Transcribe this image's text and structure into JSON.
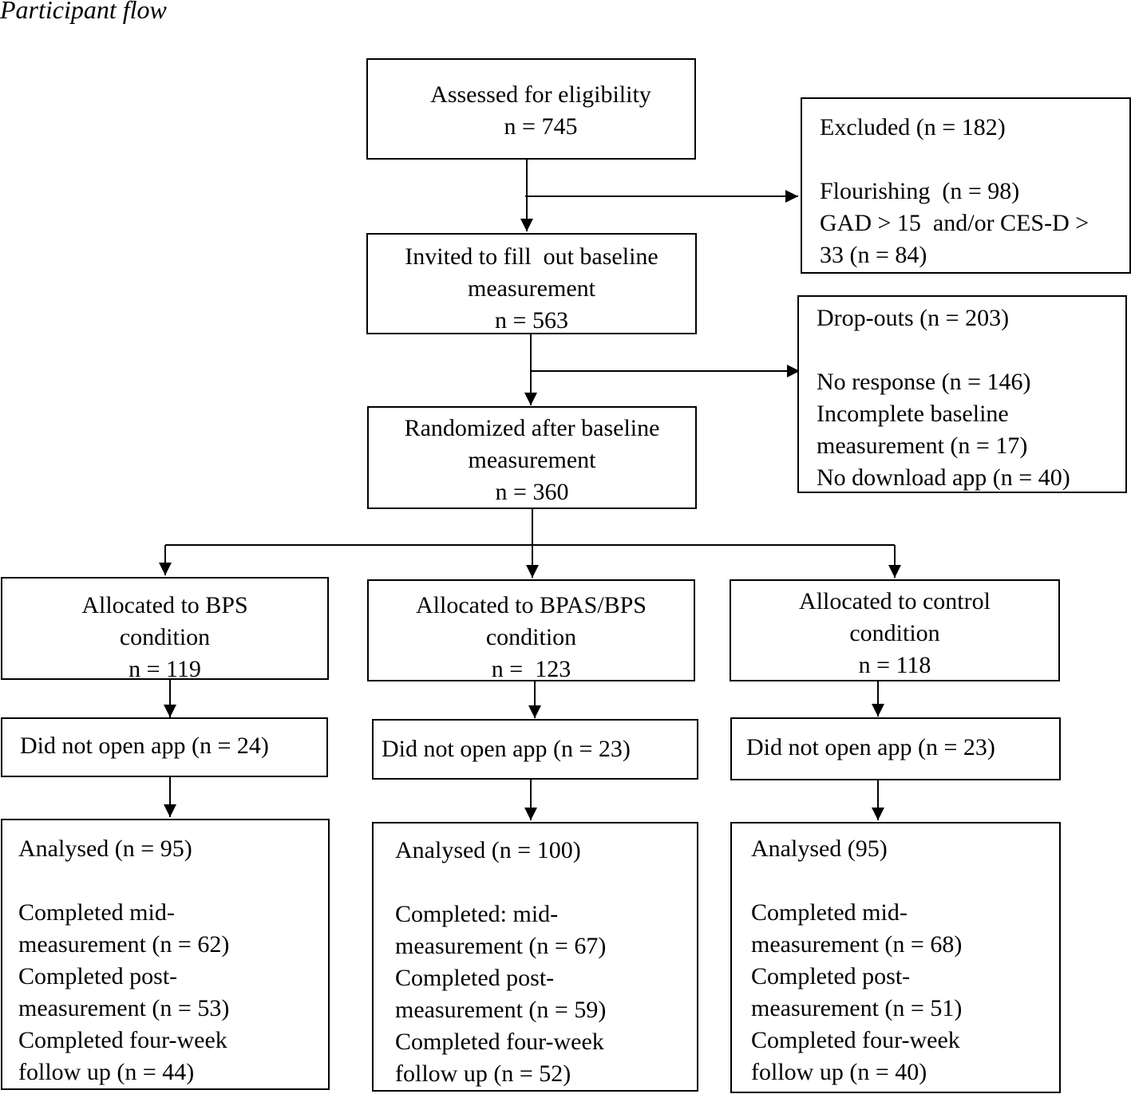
{
  "title": "Participant flow",
  "assessed": {
    "line1": "Assessed for eligibility",
    "line2": "n = 745"
  },
  "excluded": {
    "header": "Excluded (n = 182)",
    "line1": "Flourishing  (n = 98)",
    "line2": "GAD > 15  and/or CES-D >",
    "line3": "33 (n = 84)"
  },
  "invited": {
    "line1": "Invited to fill  out baseline",
    "line2": "measurement",
    "line3": "n = 563"
  },
  "dropouts": {
    "header": "Drop-outs (n = 203)",
    "line1": "No response (n = 146)",
    "line2": "Incomplete baseline",
    "line3": "measurement (n = 17)",
    "line4": "No download app (n = 40)"
  },
  "randomized": {
    "line1": "Randomized after baseline",
    "line2": "measurement",
    "line3": "n = 360"
  },
  "arms": [
    {
      "allocated": {
        "line1": "Allocated to BPS",
        "line2": "condition",
        "line3": "n = 119"
      },
      "not_open": "Did not open app (n = 24)",
      "analysed": {
        "header": "Analysed (n = 95)",
        "line1": "Completed mid-",
        "line2": "measurement (n = 62)",
        "line3": "Completed post-",
        "line4": "measurement (n = 53)",
        "line5": "Completed four-week",
        "line6": "follow up (n = 44)"
      }
    },
    {
      "allocated": {
        "line1": "Allocated to BPAS/BPS",
        "line2": "condition",
        "line3": "n =  123"
      },
      "not_open": "Did not open app (n = 23)",
      "analysed": {
        "header": "Analysed (n = 100)",
        "line1": "Completed: mid-",
        "line2": "measurement (n = 67)",
        "line3": "Completed post-",
        "line4": "measurement (n = 59)",
        "line5": "Completed four-week",
        "line6": "follow up (n = 52)"
      }
    },
    {
      "allocated": {
        "line1": "Allocated to control",
        "line2": "condition",
        "line3": "n = 118"
      },
      "not_open": "Did not open app (n = 23)",
      "analysed": {
        "header": "Analysed (95)",
        "line1": "Completed mid-",
        "line2": "measurement (n = 68)",
        "line3": "Completed post-",
        "line4": "measurement (n = 51)",
        "line5": "Completed four-week",
        "line6": "follow up (n = 40)"
      }
    }
  ]
}
